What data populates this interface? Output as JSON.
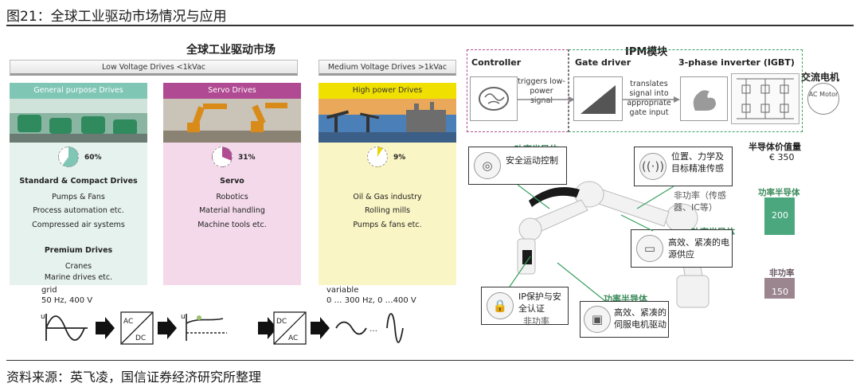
{
  "figure": {
    "title": "图21：全球工业驱动市场情况与应用",
    "source": "资料来源：英飞凌，国信证券经济研究所整理"
  },
  "market": {
    "title": "全球工业驱动市场",
    "low_band": "Low Voltage Drives <1kVac",
    "medium_band": "Medium Voltage Drives >1kVac",
    "columns": [
      {
        "header": "General purpose Drives",
        "color": "#7fc6b5",
        "bg": "#e6f2ee",
        "percent": "60%",
        "share": 0.6,
        "heading": "Standard & Compact Drives",
        "items": [
          "Pumps & Fans",
          "Process automation etc.",
          "Compressed air systems"
        ],
        "heading2": "Premium Drives",
        "items2": [
          "Cranes",
          "Marine drives etc."
        ]
      },
      {
        "header": "Servo Drives",
        "color": "#b04a92",
        "bg": "#f3d9ea",
        "percent": "31%",
        "share": 0.31,
        "heading": "Servo",
        "items": [
          "Robotics",
          "Material handling",
          "Machine tools etc."
        ]
      },
      {
        "header": "High power Drives",
        "color": "#e6d600",
        "bg": "#faf5c4",
        "percent": "9%",
        "share": 0.09,
        "heading": "",
        "items": [
          "Oil & Gas industry",
          "Rolling mills",
          "Pumps & fans etc."
        ]
      }
    ],
    "grid_label": "grid\n50 Hz, 400 V",
    "variable_label": "variable\n0 … 300 Hz, 0 …400 V",
    "acdc": "AC/DC",
    "dcac": "DC/AC"
  },
  "ipm": {
    "title": "IPM模块",
    "controller": "Controller",
    "controller_note": "triggers low-power signal",
    "gate_driver": "Gate driver",
    "gate_note": "translates signal into appropriate gate input",
    "inverter": "3-phase inverter (IGBT)",
    "motor_label": "交流电机",
    "motor_icon": "AC Motor"
  },
  "callouts": {
    "power_semi": "功率半导体",
    "non_power": "非功率",
    "c1_title": "功率半导体",
    "c1_text": "安全运动控制",
    "c2_text": "位置、力学及目标精准传感",
    "c2_note": "非功率（传感器、IC等）",
    "c3_title": "功率半导体",
    "c3_text": "高效、紧凑的电源供应",
    "c4_text": "IP保护与安全认证",
    "c4_note": "非功率",
    "c5_title": "功率半导体",
    "c5_text": "高效、紧凑的伺服电机驱动"
  },
  "value_bar": {
    "title": "半导体价值量",
    "total": "€ 350",
    "power_label": "功率半导体",
    "power_value": "200",
    "nonpower_label": "非功率",
    "nonpower_value": "150",
    "power_color": "#4aa77e",
    "nonpower_color": "#9b8690"
  }
}
